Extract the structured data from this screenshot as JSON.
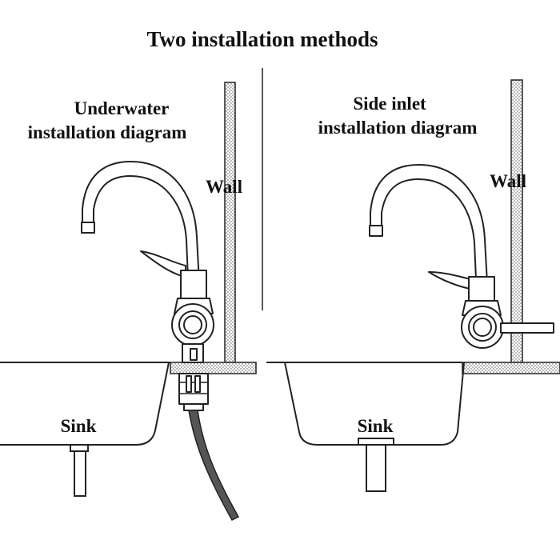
{
  "title": "Two installation methods",
  "left_panel": {
    "heading_line1": "Underwater",
    "heading_line2": "installation diagram",
    "wall_label": "Wall",
    "sink_label": "Sink"
  },
  "right_panel": {
    "heading_line1": "Side inlet",
    "heading_line2": "installation diagram",
    "wall_label": "Wall",
    "sink_label": "Sink"
  },
  "colors": {
    "line": "#222222",
    "hatch": "#555555",
    "hose": "#555555",
    "background": "#ffffff"
  }
}
